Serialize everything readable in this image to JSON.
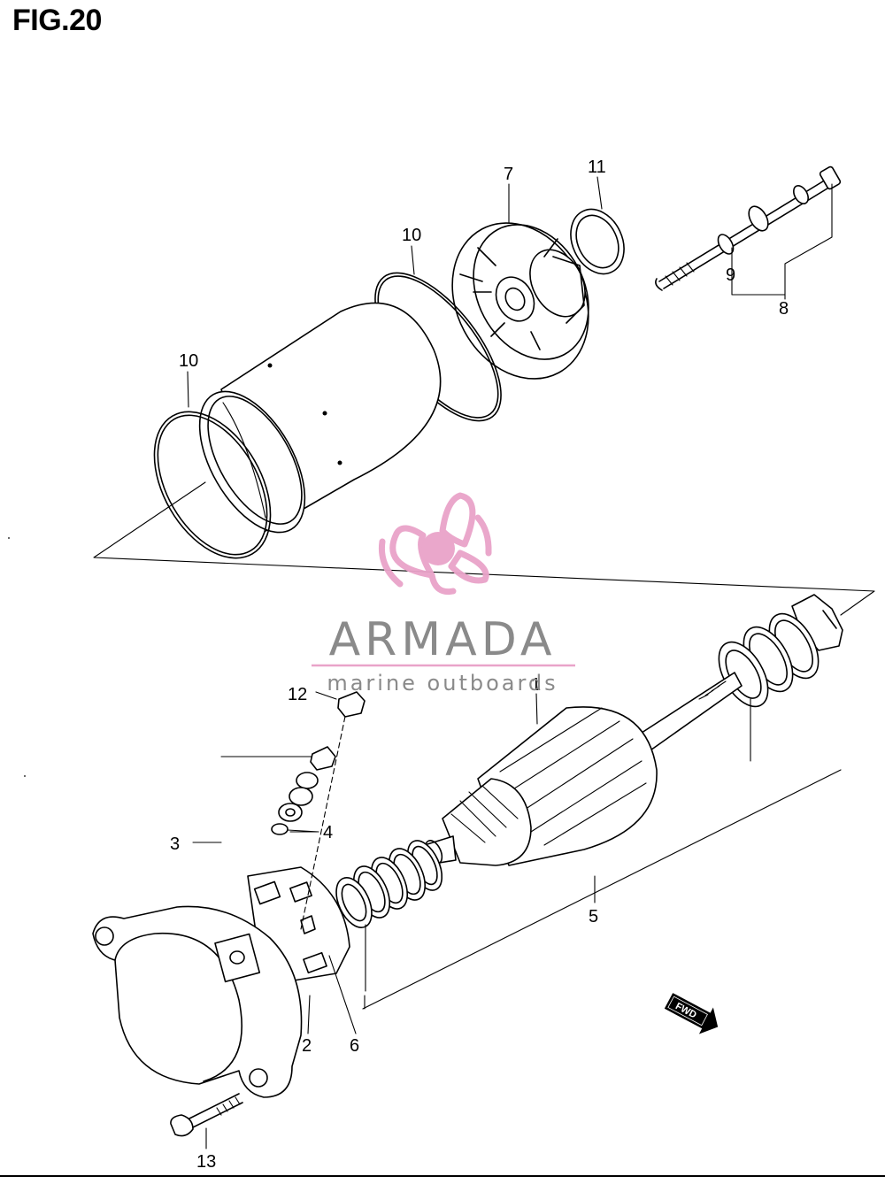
{
  "figure": {
    "title": "FIG.20"
  },
  "callouts": {
    "c1": "1",
    "c2": "2",
    "c3": "3",
    "c4": "4",
    "c5": "5",
    "c6": "6",
    "c7": "7",
    "c8": "8",
    "c9": "9",
    "c10a": "10",
    "c10b": "10",
    "c11": "11",
    "c12": "12",
    "c13": "13"
  },
  "watermark": {
    "brand": "ARMADA",
    "tagline": "marine outboards",
    "logo_icon": "propeller-icon",
    "colors": {
      "pink": "#e9a3c9",
      "text": "#8a8a8a"
    }
  },
  "direction_badge": {
    "label": "FWD",
    "icon": "arrow-right-icon"
  }
}
